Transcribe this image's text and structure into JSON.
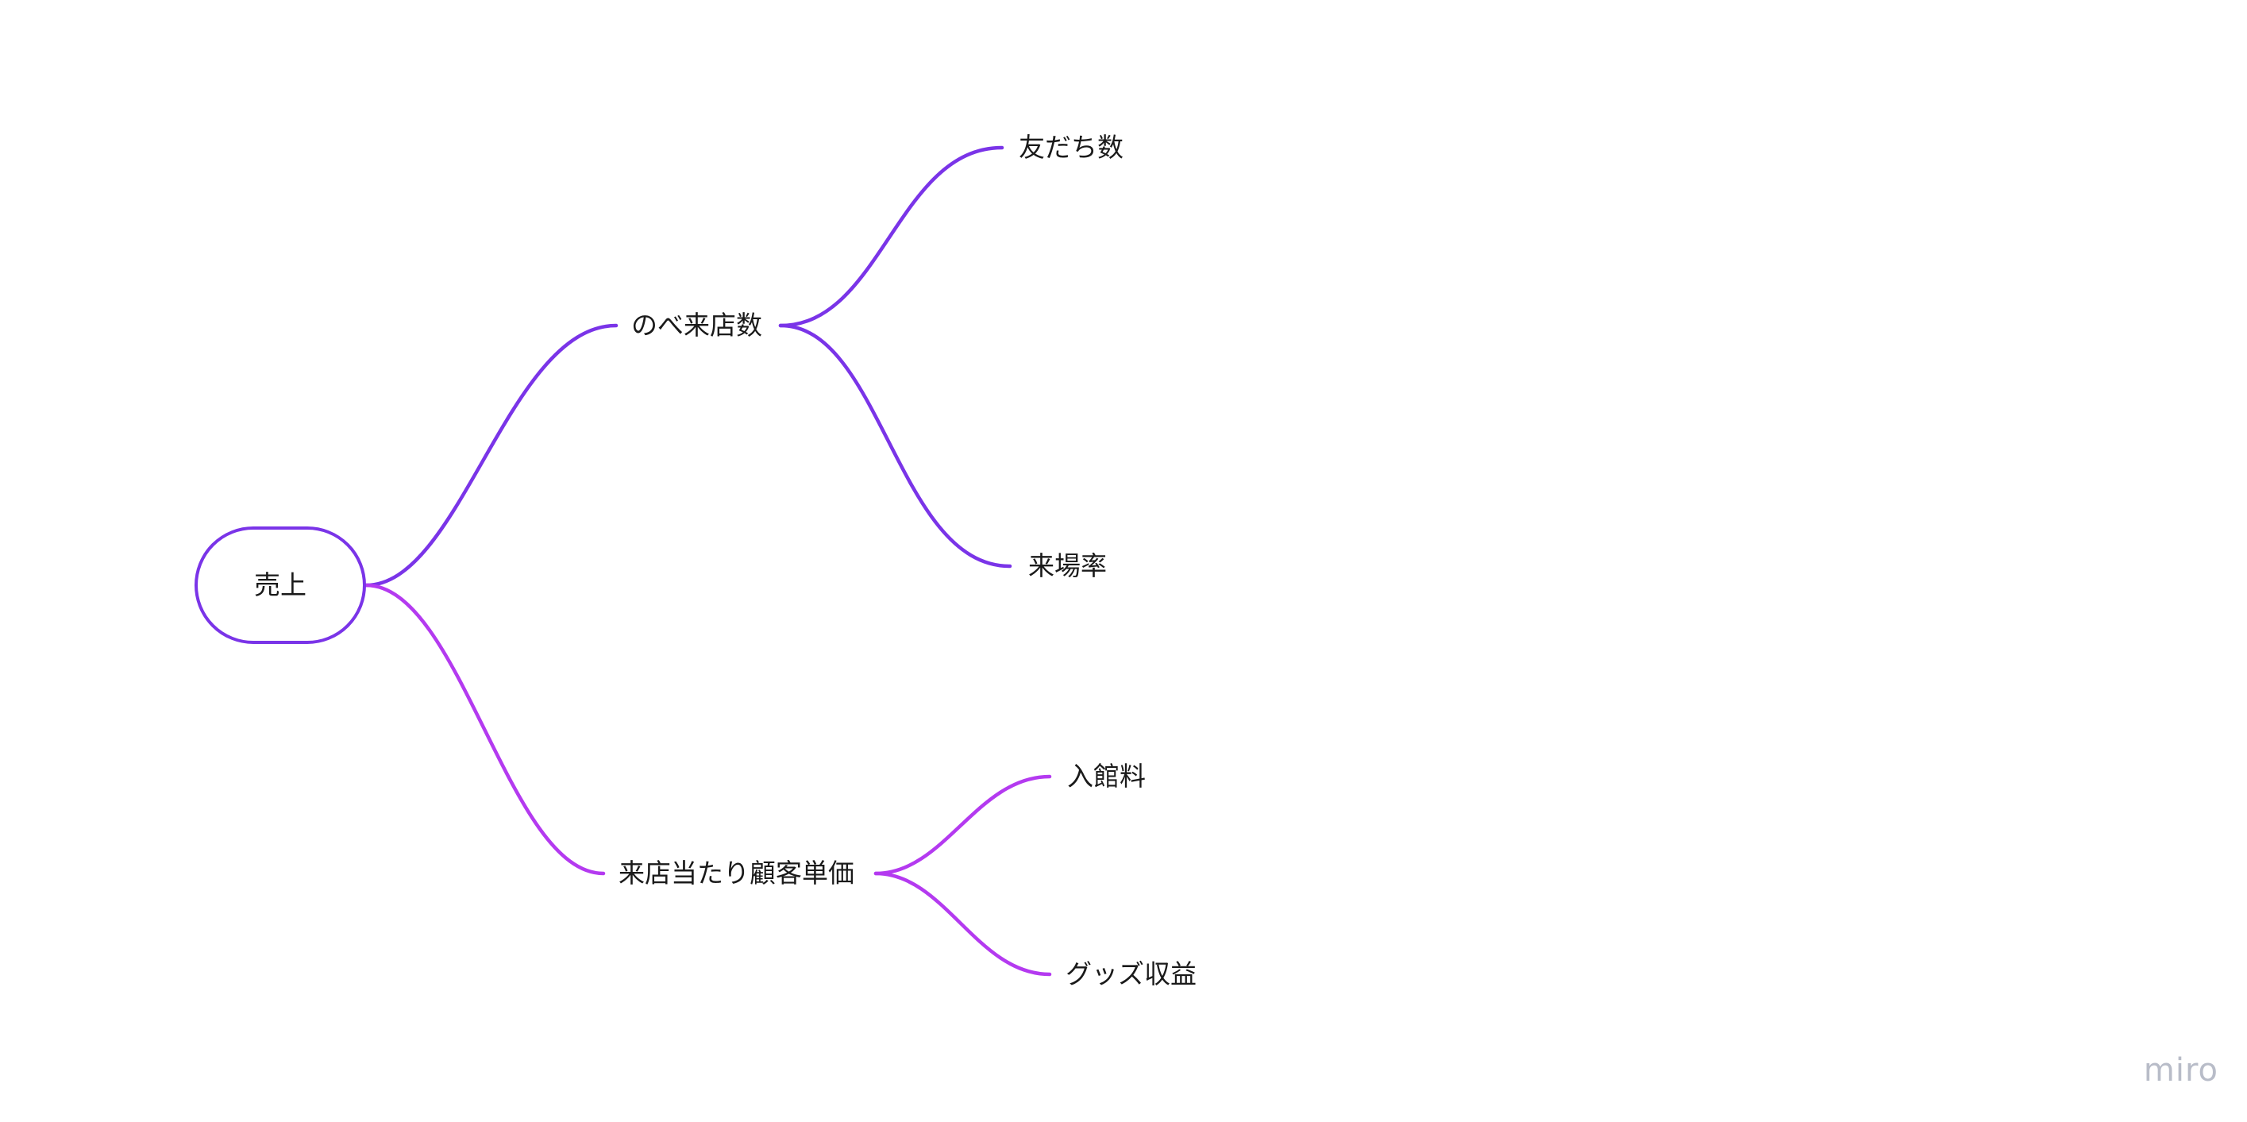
{
  "diagram": {
    "root": {
      "label": "売上"
    },
    "branches": [
      {
        "label": "のべ来店数",
        "children": [
          {
            "label": "友だち数"
          },
          {
            "label": "来場率"
          }
        ]
      },
      {
        "label": "来店当たり顧客単価",
        "children": [
          {
            "label": "入館料"
          },
          {
            "label": "グッズ収益"
          }
        ]
      }
    ]
  },
  "colors": {
    "branch_1": "#7a34e8",
    "branch_2": "#b43af0",
    "text": "#1a1a1a",
    "watermark": "#b8bcc8"
  },
  "watermark": "miro"
}
